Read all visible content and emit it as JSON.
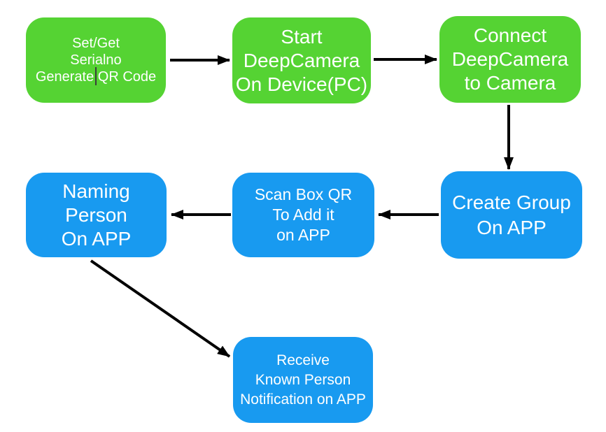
{
  "colors": {
    "green_node": "#55d333",
    "blue_node": "#189af0",
    "arrow": "#000000",
    "node_text": "#ffffff",
    "background": "#ffffff"
  },
  "nodes": {
    "serialno": {
      "color": "green",
      "lines": [
        "Set/Get",
        "Serialno",
        "Generate QR Code"
      ]
    },
    "start_deepcamera": {
      "color": "green",
      "lines": [
        "Start",
        "DeepCamera",
        "On Device(PC)"
      ]
    },
    "connect_camera": {
      "color": "green",
      "lines": [
        "Connect",
        "DeepCamera",
        "to Camera"
      ]
    },
    "naming_person": {
      "color": "blue",
      "lines": [
        "Naming",
        "Person",
        "On APP"
      ]
    },
    "scan_qr": {
      "color": "blue",
      "lines": [
        "Scan Box QR",
        "To Add it",
        "on APP"
      ]
    },
    "create_group": {
      "color": "blue",
      "lines": [
        "Create Group",
        "On APP"
      ]
    },
    "receive_notification": {
      "color": "blue",
      "lines": [
        "Receive",
        "Known Person",
        "Notification on APP"
      ]
    }
  },
  "edges": [
    {
      "from": "serialno",
      "to": "start_deepcamera",
      "direction": "right"
    },
    {
      "from": "start_deepcamera",
      "to": "connect_camera",
      "direction": "right"
    },
    {
      "from": "connect_camera",
      "to": "create_group",
      "direction": "down"
    },
    {
      "from": "create_group",
      "to": "scan_qr",
      "direction": "left"
    },
    {
      "from": "scan_qr",
      "to": "naming_person",
      "direction": "left"
    },
    {
      "from": "naming_person",
      "to": "receive_notification",
      "direction": "down-right"
    }
  ]
}
